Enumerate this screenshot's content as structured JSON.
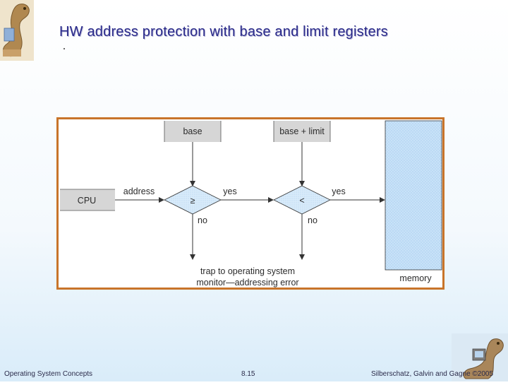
{
  "slide": {
    "title": "HW address protection with base and limit registers"
  },
  "diagram": {
    "base_register": "base",
    "limit_register": "base + limit",
    "cpu": "CPU",
    "address_label": "address",
    "compare_ge": "≥",
    "compare_lt": "<",
    "yes_1": "yes",
    "yes_2": "yes",
    "no_1": "no",
    "no_2": "no",
    "trap_line1": "trap to operating system",
    "trap_line2": "monitor—addressing error",
    "memory": "memory"
  },
  "footer": {
    "left": "Operating System Concepts",
    "center": "8.15",
    "right": "Silberschatz, Galvin and Gagne ©2005"
  },
  "colors": {
    "frame": "#c8742a",
    "register_fill": "#d6d6d6",
    "memory_fill": "#c8e2f8",
    "diamond_fill": "#cfe6f8",
    "title": "#2a2a8a"
  }
}
